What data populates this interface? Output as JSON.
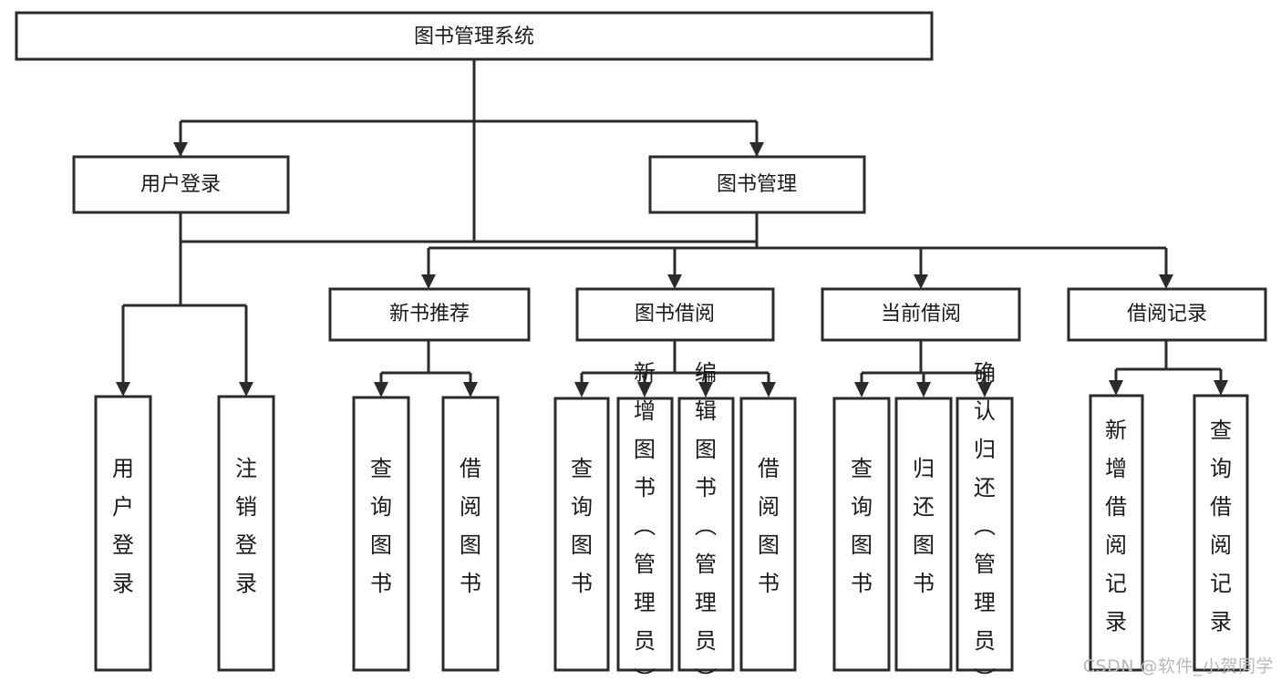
{
  "diagram": {
    "title": "图书管理系统",
    "type": "tree",
    "orientation": "top-down",
    "colors": {
      "box_stroke": "#2b2b2b",
      "box_fill": "#ffffff",
      "text": "#1a1a1a",
      "background": "#ffffff",
      "watermark": "#b9b9b9"
    },
    "root": {
      "id": "root",
      "label": "图书管理系统"
    },
    "level1": [
      {
        "id": "user-login",
        "label": "用户登录"
      },
      {
        "id": "book-manage",
        "label": "图书管理"
      }
    ],
    "level2": [
      {
        "id": "new-book-recommend",
        "label": "新书推荐",
        "parent": "book-manage"
      },
      {
        "id": "book-borrow",
        "label": "图书借阅",
        "parent": "book-manage"
      },
      {
        "id": "current-borrow",
        "label": "当前借阅",
        "parent": "book-manage"
      },
      {
        "id": "borrow-record",
        "label": "借阅记录",
        "parent": "book-manage"
      }
    ],
    "leaves": {
      "user-login": [
        {
          "id": "leaf-user-login",
          "label": "用户登录"
        },
        {
          "id": "leaf-user-logout",
          "label": "注销登录"
        }
      ],
      "new-book-recommend": [
        {
          "id": "leaf-query-book-1",
          "label": "查询图书"
        },
        {
          "id": "leaf-borrow-book-1",
          "label": "借阅图书"
        }
      ],
      "book-borrow": [
        {
          "id": "leaf-query-book-2",
          "label": "查询图书"
        },
        {
          "id": "leaf-add-book",
          "label": "新增图书（管理员）"
        },
        {
          "id": "leaf-edit-book",
          "label": "编辑图书（管理员）"
        },
        {
          "id": "leaf-borrow-book-2",
          "label": "借阅图书"
        }
      ],
      "current-borrow": [
        {
          "id": "leaf-query-book-3",
          "label": "查询图书"
        },
        {
          "id": "leaf-return-book",
          "label": "归还图书"
        },
        {
          "id": "leaf-confirm-return",
          "label": "确认归还（管理员）"
        }
      ],
      "borrow-record": [
        {
          "id": "leaf-add-record",
          "label": "新增借阅记录"
        },
        {
          "id": "leaf-query-record",
          "label": "查询借阅记录"
        }
      ]
    }
  },
  "watermark": {
    "label": "CSDN @软件_小贺同学"
  }
}
